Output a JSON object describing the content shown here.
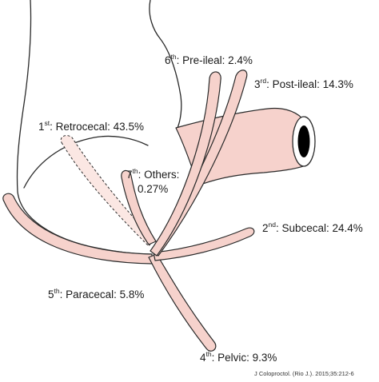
{
  "diagram": {
    "labels": {
      "retrocecal": {
        "ordinal": "1",
        "suffix": "st",
        "text": ": Retrocecal: 43.5%"
      },
      "subcecal": {
        "ordinal": "2",
        "suffix": "nd",
        "text": ": Subcecal: 24.4%"
      },
      "post_ileal": {
        "ordinal": "3",
        "suffix": "rd",
        "text": ": Post-ileal: 14.3%"
      },
      "pelvic": {
        "ordinal": "4",
        "suffix": "th",
        "text": ": Pelvic: 9.3%"
      },
      "paracecal": {
        "ordinal": "5",
        "suffix": "th",
        "text": ": Paracecal: 5.8%"
      },
      "pre_ileal": {
        "ordinal": "6",
        "suffix": "th",
        "text": ": Pre-ileal: 2.4%"
      },
      "others": {
        "ordinal": "7",
        "suffix": "th",
        "text_line1": ": Others:",
        "text_line2": "0.27%"
      }
    },
    "citation": "J Coloproctol. (Rio J.). 2015;35:212-6",
    "colors": {
      "appendix_fill": "#f6d2cc",
      "outline": "#2a2a2a",
      "lumen": "#000000"
    }
  }
}
